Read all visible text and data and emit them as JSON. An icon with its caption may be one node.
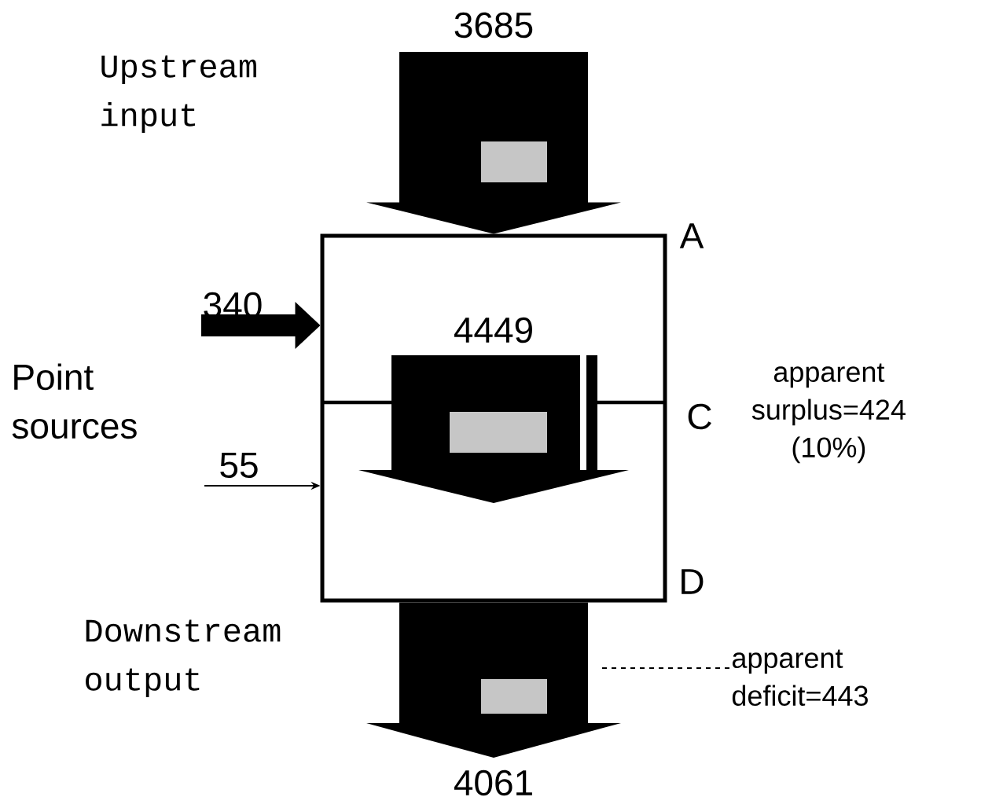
{
  "diagram": {
    "nodes": [
      {
        "text": [],
        "shape": "box",
        "beside": [
          "A",
          "C",
          "D"
        ]
      },
      {
        "text": [
          "apparent deficit=443"
        ]
      }
    ],
    "edges": [
      {
        "from": null,
        "to": 0,
        "arrow": "to",
        "label": "3685",
        "style": "thick"
      },
      {
        "from": null,
        "to": 0,
        "arrow": "to",
        "label": "340",
        "style": "thick"
      },
      {
        "from": null,
        "to": 0,
        "arrow": "to",
        "label": "55"
      },
      {
        "from": 0,
        "to": null,
        "arrow": "to",
        "label": "4061",
        "style": "thick"
      },
      {
        "from": 1,
        "to": null,
        "arrow": "none",
        "style": "dashed"
      }
    ],
    "labels": [
      "Upstream input",
      "4449",
      "Point sources",
      "apparent surplus=424 (10%)",
      "Downstream output"
    ]
  }
}
